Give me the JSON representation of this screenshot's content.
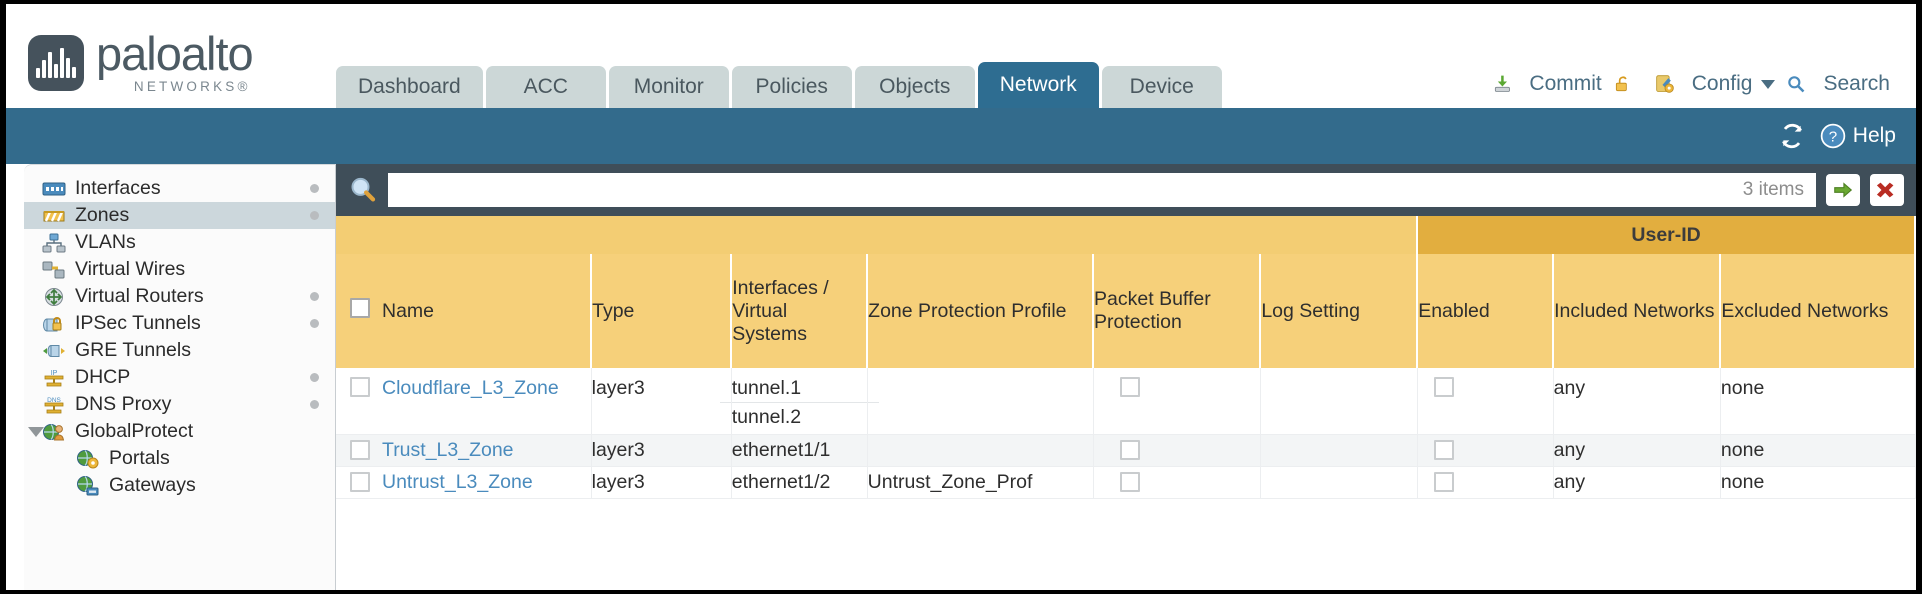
{
  "brand": {
    "name": "paloalto",
    "sub": "NETWORKS®",
    "logo_icon": "waveform-logo-icon"
  },
  "nav": {
    "tabs": [
      {
        "label": "Dashboard",
        "active": false
      },
      {
        "label": "ACC",
        "active": false
      },
      {
        "label": "Monitor",
        "active": false
      },
      {
        "label": "Policies",
        "active": false
      },
      {
        "label": "Objects",
        "active": false
      },
      {
        "label": "Network",
        "active": true
      },
      {
        "label": "Device",
        "active": false
      }
    ]
  },
  "top_actions": {
    "commit": {
      "label": "Commit",
      "icon": "commit-download-icon"
    },
    "lock": {
      "icon": "padlock-icon"
    },
    "config": {
      "label": "Config",
      "icon": "config-wrench-icon",
      "caret": "chevron-down-icon"
    },
    "search": {
      "label": "Search",
      "icon": "magnifier-icon"
    }
  },
  "bluebar": {
    "refresh_icon": "refresh-icon",
    "help_label": "Help",
    "help_icon": "help-question-icon"
  },
  "sidebar": {
    "items": [
      {
        "label": "Interfaces",
        "icon": "interfaces-icon",
        "selected": false,
        "dot": true,
        "child": false,
        "toggle": false
      },
      {
        "label": "Zones",
        "icon": "zones-icon",
        "selected": true,
        "dot": true,
        "child": false,
        "toggle": false
      },
      {
        "label": "VLANs",
        "icon": "vlans-icon",
        "selected": false,
        "dot": false,
        "child": false,
        "toggle": false
      },
      {
        "label": "Virtual Wires",
        "icon": "virtual-wires-icon",
        "selected": false,
        "dot": false,
        "child": false,
        "toggle": false
      },
      {
        "label": "Virtual Routers",
        "icon": "virtual-routers-icon",
        "selected": false,
        "dot": true,
        "child": false,
        "toggle": false
      },
      {
        "label": "IPSec Tunnels",
        "icon": "ipsec-tunnels-icon",
        "selected": false,
        "dot": true,
        "child": false,
        "toggle": false
      },
      {
        "label": "GRE Tunnels",
        "icon": "gre-tunnels-icon",
        "selected": false,
        "dot": false,
        "child": false,
        "toggle": false
      },
      {
        "label": "DHCP",
        "icon": "dhcp-icon",
        "selected": false,
        "dot": true,
        "child": false,
        "toggle": false
      },
      {
        "label": "DNS Proxy",
        "icon": "dns-proxy-icon",
        "selected": false,
        "dot": true,
        "child": false,
        "toggle": false
      },
      {
        "label": "GlobalProtect",
        "icon": "globalprotect-icon",
        "selected": false,
        "dot": false,
        "child": false,
        "toggle": true
      },
      {
        "label": "Portals",
        "icon": "portals-icon",
        "selected": false,
        "dot": false,
        "child": true,
        "toggle": false
      },
      {
        "label": "Gateways",
        "icon": "gateways-icon",
        "selected": false,
        "dot": false,
        "child": true,
        "toggle": false
      }
    ]
  },
  "search": {
    "icon": "magnifier-icon",
    "value": "",
    "placeholder": "",
    "items_count": "3 items",
    "apply_icon": "green-arrow-icon",
    "clear_icon": "red-x-icon"
  },
  "table": {
    "group_header": {
      "user_id": "User-ID"
    },
    "columns": [
      "Name",
      "Type",
      "Interfaces / Virtual Systems",
      "Zone Protection Profile",
      "Packet Buffer Protection",
      "Log Setting",
      "Enabled",
      "Included Networks",
      "Excluded Networks"
    ],
    "rows": [
      {
        "selected": false,
        "name": "Cloudflare_L3_Zone",
        "name_is_link": true,
        "type": "layer3",
        "interfaces": [
          "tunnel.1",
          "tunnel.2"
        ],
        "zone_protection_profile": "",
        "packet_buffer_protection": false,
        "log_setting": "",
        "user_id_enabled": false,
        "included_networks": "any",
        "excluded_networks": "none"
      },
      {
        "selected": false,
        "name": "Trust_L3_Zone",
        "name_is_link": true,
        "type": "layer3",
        "interfaces": [
          "ethernet1/1"
        ],
        "zone_protection_profile": "",
        "packet_buffer_protection": false,
        "log_setting": "",
        "user_id_enabled": false,
        "included_networks": "any",
        "excluded_networks": "none"
      },
      {
        "selected": false,
        "name": "Untrust_L3_Zone",
        "name_is_link": true,
        "type": "layer3",
        "interfaces": [
          "ethernet1/2"
        ],
        "zone_protection_profile": "Untrust_Zone_Prof",
        "packet_buffer_protection": false,
        "log_setting": "",
        "user_id_enabled": false,
        "included_networks": "any",
        "excluded_networks": "none"
      }
    ]
  },
  "colors": {
    "brand_blue": "#336b8c",
    "active_tab": "#2e6d91",
    "tab_bg": "#ccd7d7",
    "header_gold": "#f6d07a",
    "group_gold": "#e2ae3f",
    "toolbar_dark": "#3f4e59",
    "link_blue": "#4a8bbd"
  }
}
